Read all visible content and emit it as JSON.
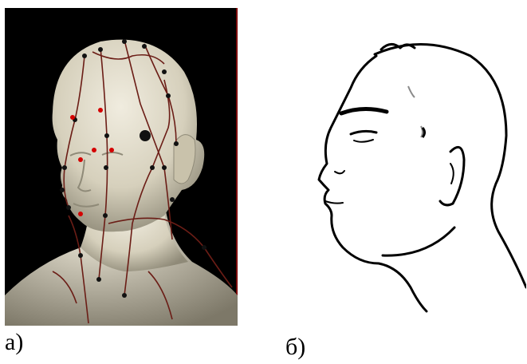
{
  "figure": {
    "panel_a": {
      "label": "а)",
      "icon": "acupuncture-head-model-image",
      "colors": {
        "background": "#000000",
        "skin": "#d8d2bf",
        "meridian": "#6b1d16",
        "point_red": "#d40000",
        "point_black": "#111111",
        "edge": "#7a0000"
      }
    },
    "panel_b": {
      "label": "б)",
      "icon": "head-profile-sketch",
      "colors": {
        "stroke": "#000000",
        "shading": "#8a8a8a"
      }
    }
  }
}
